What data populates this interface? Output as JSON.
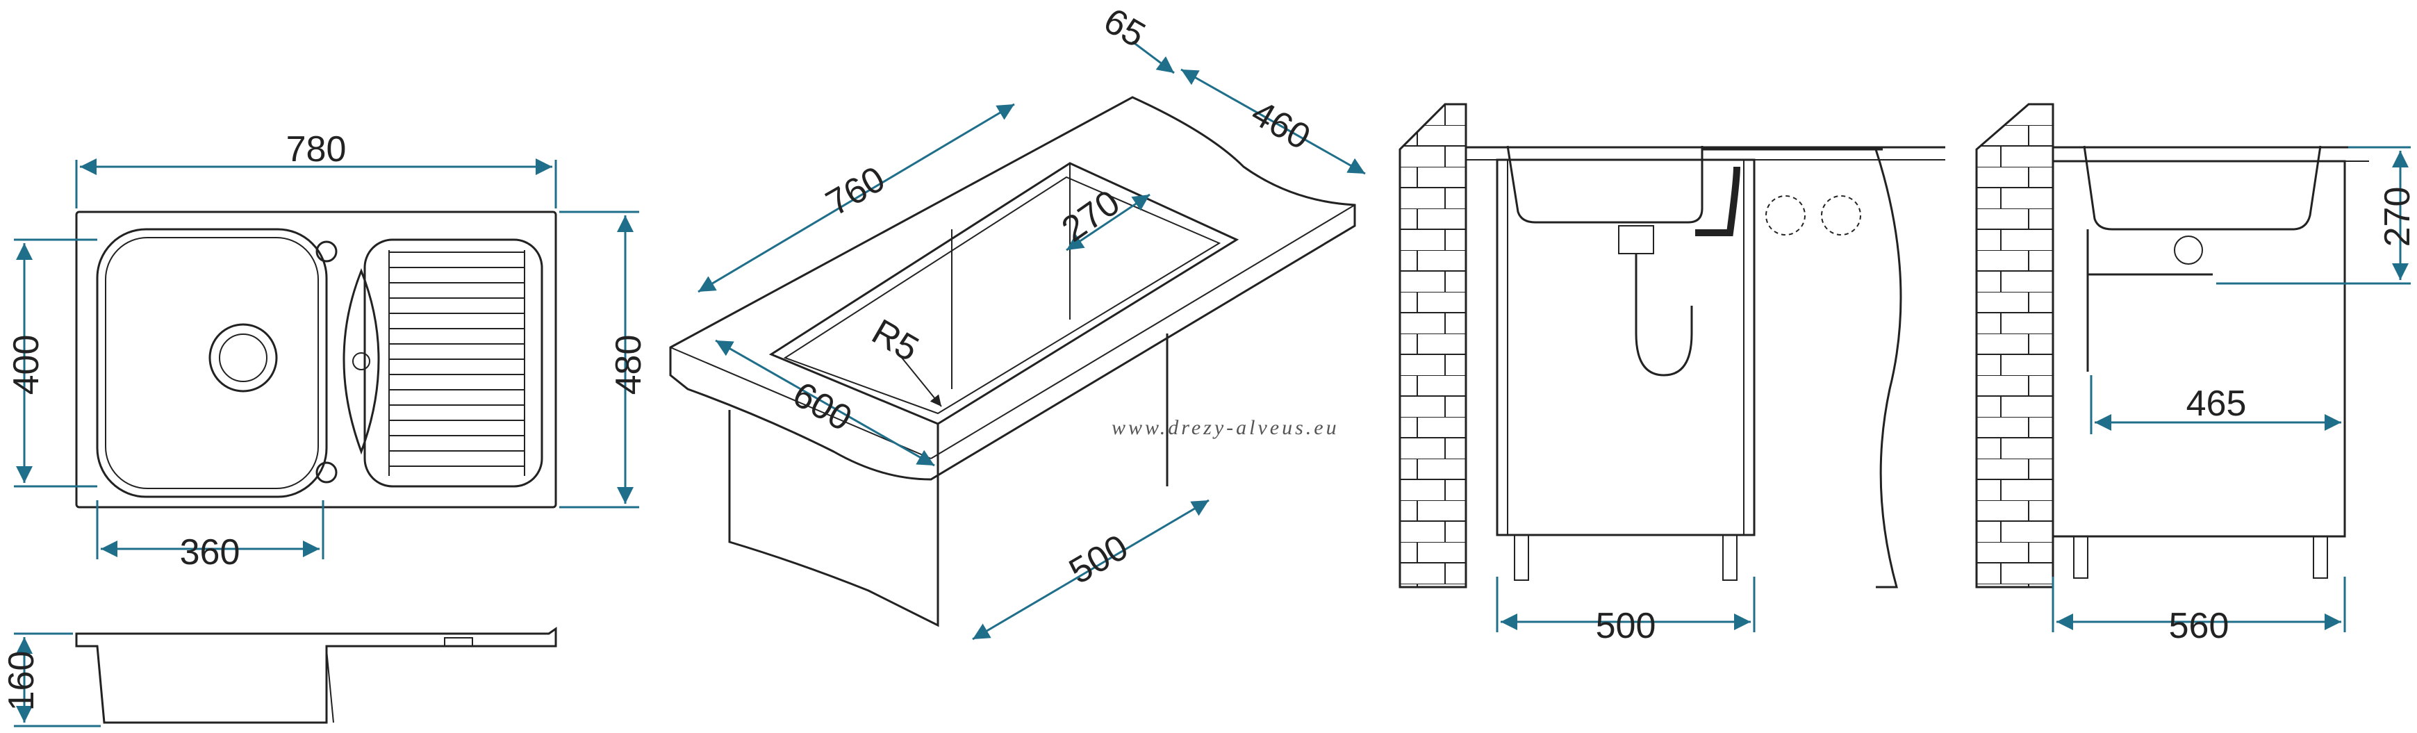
{
  "watermark": "www.drezy-alveus.eu",
  "colors": {
    "dimension_line": "#1f6f8b",
    "ink": "#222222",
    "pipe": "#222222"
  },
  "dimensions": {
    "top_width": "780",
    "top_height_inner": "400",
    "top_height_outer": "480",
    "bowl_width": "360",
    "side_depth": "160",
    "iso_length": "760",
    "iso_edge": "65",
    "iso_depth": "460",
    "iso_bowl_depth": "270",
    "iso_radius": "R5",
    "iso_front": "600",
    "iso_cabinet": "500",
    "cab1_width": "500",
    "cab2_width": "560",
    "cab2_drain": "465",
    "cab2_height": "270"
  }
}
